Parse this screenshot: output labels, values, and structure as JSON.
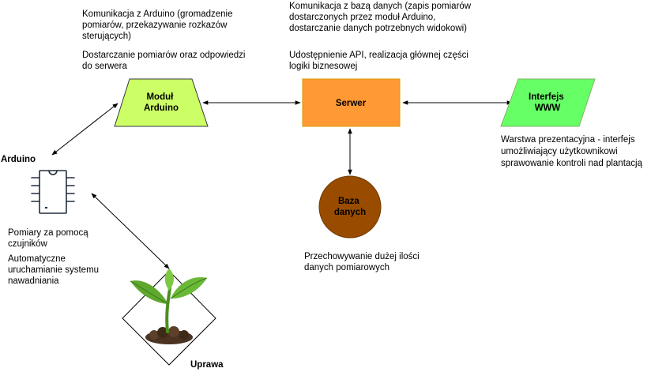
{
  "nodes": {
    "modul": {
      "label_lines": [
        "Moduł",
        "Arduino"
      ],
      "fill": "#ccff66",
      "stroke": "#36393d"
    },
    "serwer": {
      "label": "Serwer",
      "fill": "#ff9933",
      "stroke": "#d79b00"
    },
    "interfejs": {
      "label_lines": [
        "Interfejs",
        "WWW"
      ],
      "fill": "#66ff66",
      "stroke": "#82b366"
    },
    "baza": {
      "label_lines": [
        "Baza",
        "danych"
      ],
      "fill": "#994c00",
      "stroke": "#6f3a00"
    },
    "arduino": {
      "label": "Arduino",
      "icon": "microchip-icon",
      "stroke": "#232f3e"
    },
    "uprawa": {
      "label": "Uprawa",
      "icon": "sprout-icon",
      "leaf_color": "#5fa82e",
      "soil_color": "#4a3320"
    }
  },
  "notes": {
    "modul_comm": [
      "Komunikacja z Arduino (gromadzenie",
      "pomiarów, przekazywanie rozkazów",
      "sterujących)"
    ],
    "modul_send": [
      "Dostarczanie pomiarów oraz odpowiedzi",
      "do serwera"
    ],
    "serwer_db": [
      "Komunikacja z bazą danych (zapis pomiarów",
      "dostarczonych przez moduł Arduino,",
      "dostarczanie danych potrzebnych widokowi)"
    ],
    "serwer_api": [
      "Udostępnienie API, realizacja głównej części",
      "logiki biznesowej"
    ],
    "interfejs_desc": [
      "Warstwa prezentacyjna - interfejs",
      "umożliwiający użytkownikowi",
      "sprawowanie kontroli nad plantacją"
    ],
    "baza_desc": [
      "Przechowywanie dużej ilości",
      "danych pomiarowych"
    ],
    "arduino_measure": [
      "Pomiary za pomocą",
      "czujników"
    ],
    "arduino_auto": [
      "Automatyczne",
      "uruchamianie systemu",
      "nawadniania"
    ]
  }
}
